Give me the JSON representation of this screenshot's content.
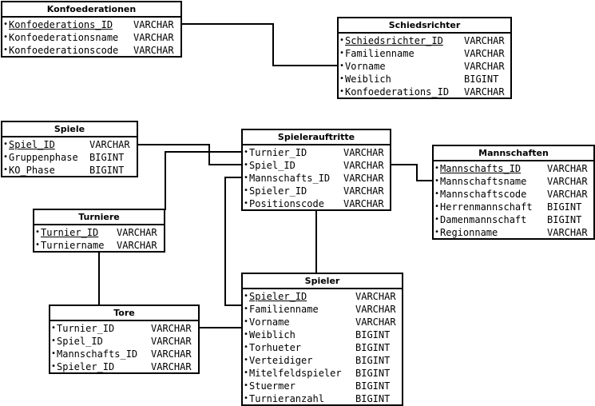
{
  "entities": [
    {
      "id": "konfoederationen",
      "title": "Konfoederationen",
      "attributes": [
        {
          "name": "Konfoederations_ID",
          "type": "VARCHAR",
          "pk": true
        },
        {
          "name": "Konfoederationsname",
          "type": "VARCHAR",
          "pk": false
        },
        {
          "name": "Konfoederationscode",
          "type": "VARCHAR",
          "pk": false
        }
      ]
    },
    {
      "id": "schiedsrichter",
      "title": "Schiedsrichter",
      "attributes": [
        {
          "name": "Schiedsrichter_ID",
          "type": "VARCHAR",
          "pk": true
        },
        {
          "name": "Familienname",
          "type": "VARCHAR",
          "pk": false
        },
        {
          "name": "Vorname",
          "type": "VARCHAR",
          "pk": false
        },
        {
          "name": "Weiblich",
          "type": "BIGINT",
          "pk": false
        },
        {
          "name": "Konfoederations_ID",
          "type": "VARCHAR",
          "pk": false
        }
      ]
    },
    {
      "id": "spiele",
      "title": "Spiele",
      "attributes": [
        {
          "name": "Spiel_ID",
          "type": "VARCHAR",
          "pk": true
        },
        {
          "name": "Gruppenphase",
          "type": "BIGINT",
          "pk": false
        },
        {
          "name": "KO_Phase",
          "type": "BIGINT",
          "pk": false
        }
      ]
    },
    {
      "id": "spielerauftritte",
      "title": "Spielerauftritte",
      "attributes": [
        {
          "name": "Turnier_ID",
          "type": "VARCHAR",
          "pk": false
        },
        {
          "name": "Spiel_ID",
          "type": "VARCHAR",
          "pk": false
        },
        {
          "name": "Mannschafts_ID",
          "type": "VARCHAR",
          "pk": false
        },
        {
          "name": "Spieler_ID",
          "type": "VARCHAR",
          "pk": false
        },
        {
          "name": "Positionscode",
          "type": "VARCHAR",
          "pk": false
        }
      ]
    },
    {
      "id": "mannschaften",
      "title": "Mannschaften",
      "attributes": [
        {
          "name": "Mannschafts_ID",
          "type": "VARCHAR",
          "pk": true
        },
        {
          "name": "Mannschaftsname",
          "type": "VARCHAR",
          "pk": false
        },
        {
          "name": "Mannschaftscode",
          "type": "VARCHAR",
          "pk": false
        },
        {
          "name": "Herrenmannschaft",
          "type": "BIGINT",
          "pk": false
        },
        {
          "name": "Damenmannschaft",
          "type": "BIGINT",
          "pk": false
        },
        {
          "name": "Regionname",
          "type": "VARCHAR",
          "pk": false
        }
      ]
    },
    {
      "id": "turniere",
      "title": "Turniere",
      "attributes": [
        {
          "name": "Turnier_ID",
          "type": "VARCHAR",
          "pk": true
        },
        {
          "name": "Turniername",
          "type": "VARCHAR",
          "pk": false
        }
      ]
    },
    {
      "id": "spieler",
      "title": "Spieler",
      "attributes": [
        {
          "name": "Spieler_ID",
          "type": "VARCHAR",
          "pk": true
        },
        {
          "name": "Familienname",
          "type": "VARCHAR",
          "pk": false
        },
        {
          "name": "Vorname",
          "type": "VARCHAR",
          "pk": false
        },
        {
          "name": "Weiblich",
          "type": "BIGINT",
          "pk": false
        },
        {
          "name": "Torhueter",
          "type": "BIGINT",
          "pk": false
        },
        {
          "name": "Verteidiger",
          "type": "BIGINT",
          "pk": false
        },
        {
          "name": "Mitelfeldspieler",
          "type": "BIGINT",
          "pk": false
        },
        {
          "name": "Stuermer",
          "type": "BIGINT",
          "pk": false
        },
        {
          "name": "Turnieranzahl",
          "type": "BIGINT",
          "pk": false
        }
      ]
    },
    {
      "id": "tore",
      "title": "Tore",
      "attributes": [
        {
          "name": "Turnier_ID",
          "type": "VARCHAR",
          "pk": false
        },
        {
          "name": "Spiel_ID",
          "type": "VARCHAR",
          "pk": false
        },
        {
          "name": "Mannschafts_ID",
          "type": "VARCHAR",
          "pk": false
        },
        {
          "name": "Spieler_ID",
          "type": "VARCHAR",
          "pk": false
        }
      ]
    }
  ],
  "bullet_glyph": "•"
}
